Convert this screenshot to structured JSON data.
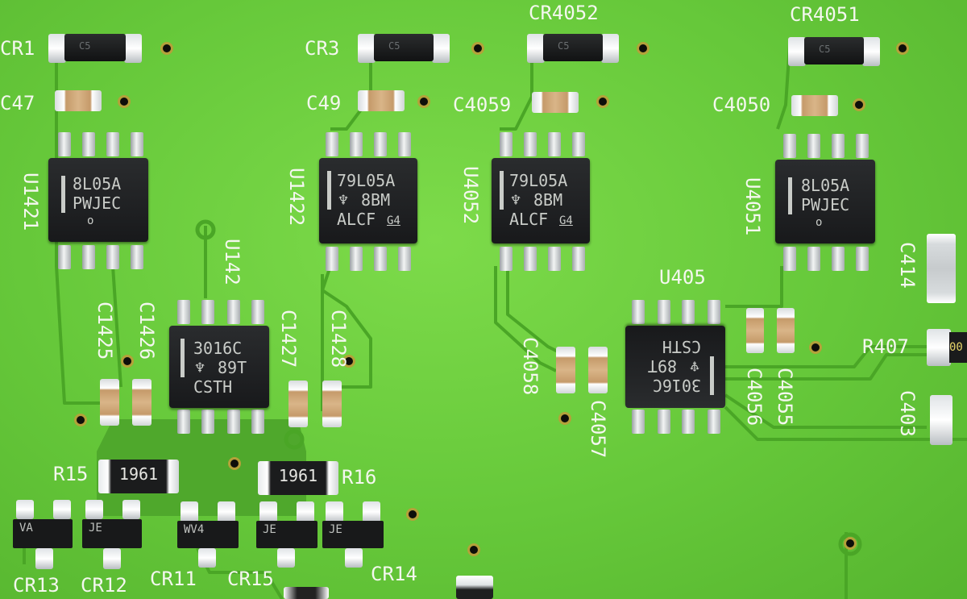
{
  "photo": {
    "subject": "pcb-closeup",
    "colors": {
      "board": "#6ccf3e",
      "trace": "#4fae2a",
      "silkscreen": "#f4f7ef",
      "chip": "#1c1d1f",
      "pad": "#ffffff"
    }
  },
  "silkscreen": {
    "cr1": "CR1",
    "cr3": "CR3",
    "cr4052": "CR4052",
    "cr4051": "CR4051",
    "c47": "C47",
    "c49": "C49",
    "c4059": "C4059",
    "c4050": "C4050",
    "u1421": "U1421",
    "u1422": "U1422",
    "u4052": "U4052",
    "u4051": "U4051",
    "u142": "U142",
    "u405": "U405",
    "c1425": "C1425",
    "c1426": "C1426",
    "c1427": "C1427",
    "c1428": "C1428",
    "c4058": "C4058",
    "c4057": "C4057",
    "c4056": "C4056",
    "c4055": "C4055",
    "c414": "C414",
    "r407": "R407",
    "c403": "C403",
    "r15": "R15",
    "r16": "R16",
    "cr13": "CR13",
    "cr12": "CR12",
    "cr11": "CR11",
    "cr15": "CR15",
    "cr14": "CR14"
  },
  "chips": {
    "u1421": {
      "line1": "8L05A",
      "line2": "PWJEC"
    },
    "u1422": {
      "line1": "79L05A",
      "line2": "8BM",
      "line3": "ALCF",
      "suffix": "G4"
    },
    "u4052": {
      "line1": "79L05A",
      "line2": "8BM",
      "line3": "ALCF",
      "suffix": "G4"
    },
    "u4051": {
      "line1": "8L05A",
      "line2": "PWJEC"
    },
    "u142": {
      "line1": "3016C",
      "line2": "89T",
      "line3": "CSTH"
    },
    "u405": {
      "line1": "3016C",
      "line2": "89T",
      "line3": "CSTH"
    }
  },
  "resistors": {
    "r15": "1961",
    "r16": "1961"
  },
  "diodes": {
    "mark": "C5"
  },
  "sot_marks": {
    "cr13": "VA",
    "cr12": "JE",
    "cr11": "WV4",
    "cr15": "JE",
    "cr14": "JE"
  }
}
